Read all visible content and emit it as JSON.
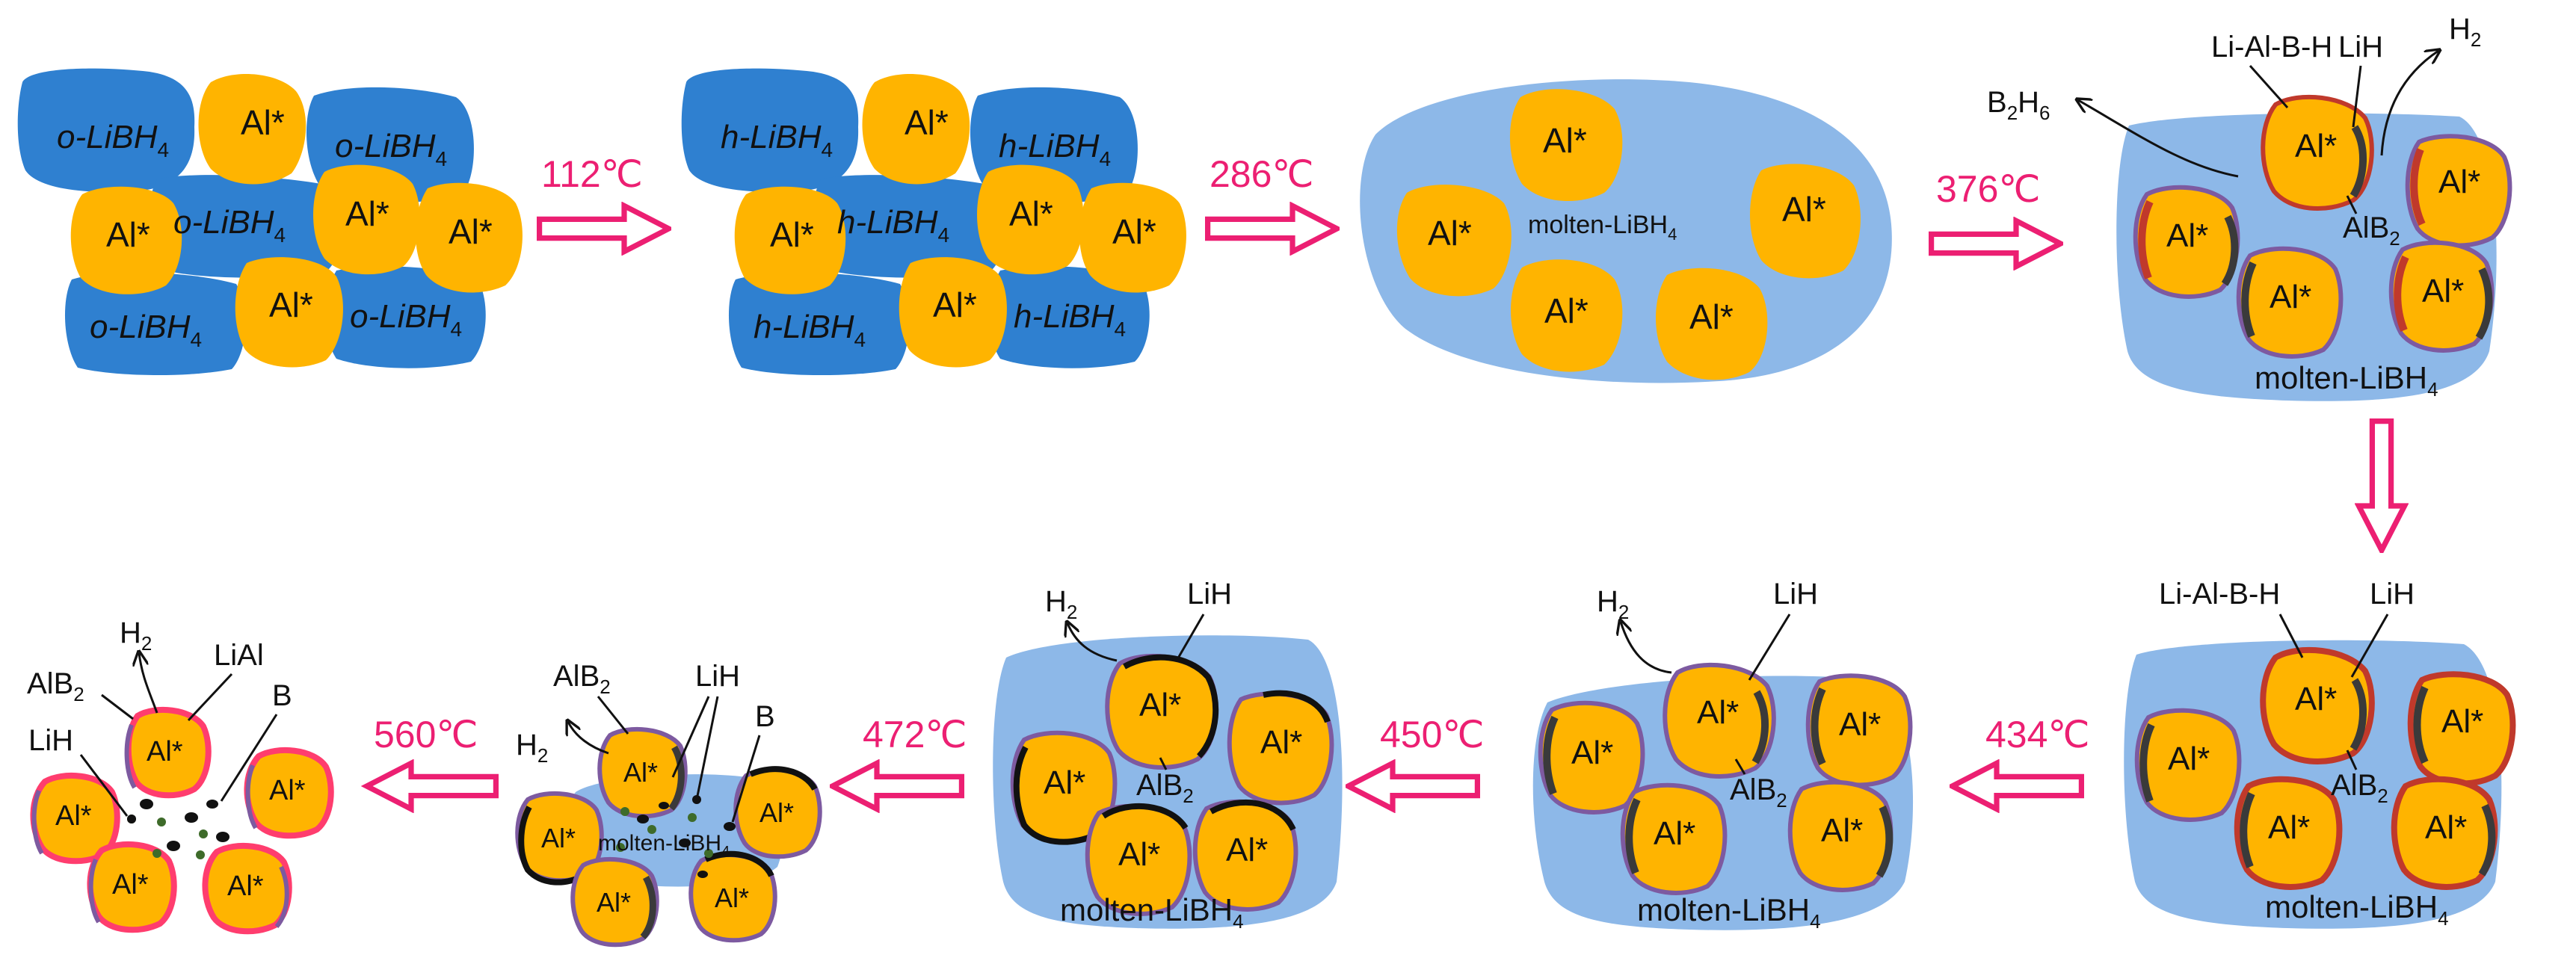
{
  "labels": {
    "al": "Al*",
    "o_libh4": "o-LiBH",
    "h_libh4": "h-LiBH",
    "molten_libh4": "molten-LiBH",
    "sub4": "4",
    "sub2": "2",
    "sub6": "6",
    "li_al_b_h": "Li-Al-B-H",
    "lih": "LiH",
    "h": "H",
    "b2h6_b": "B",
    "b2h6_h": "H",
    "alb": "AlB",
    "b": "B",
    "lial": "LiAl"
  },
  "temperatures": {
    "t112": "112℃",
    "t286": "286℃",
    "t376": "376℃",
    "t434": "434℃",
    "t450": "450℃",
    "t472": "472℃",
    "t560": "560℃"
  },
  "colors": {
    "lithium_borohydride": "#2f80d0",
    "molten": "#8db8e8",
    "al_particle": "#ffb400",
    "arrow": "#ec1f72",
    "alb2_shell": "#7d5aa0",
    "lih_shell": "#3a3a3a",
    "li_al_b_h_shell": "#c0392b",
    "lial_shell": "#ff3d6e",
    "b_dot": "#111111",
    "lih_dot": "#3e6b2a"
  }
}
